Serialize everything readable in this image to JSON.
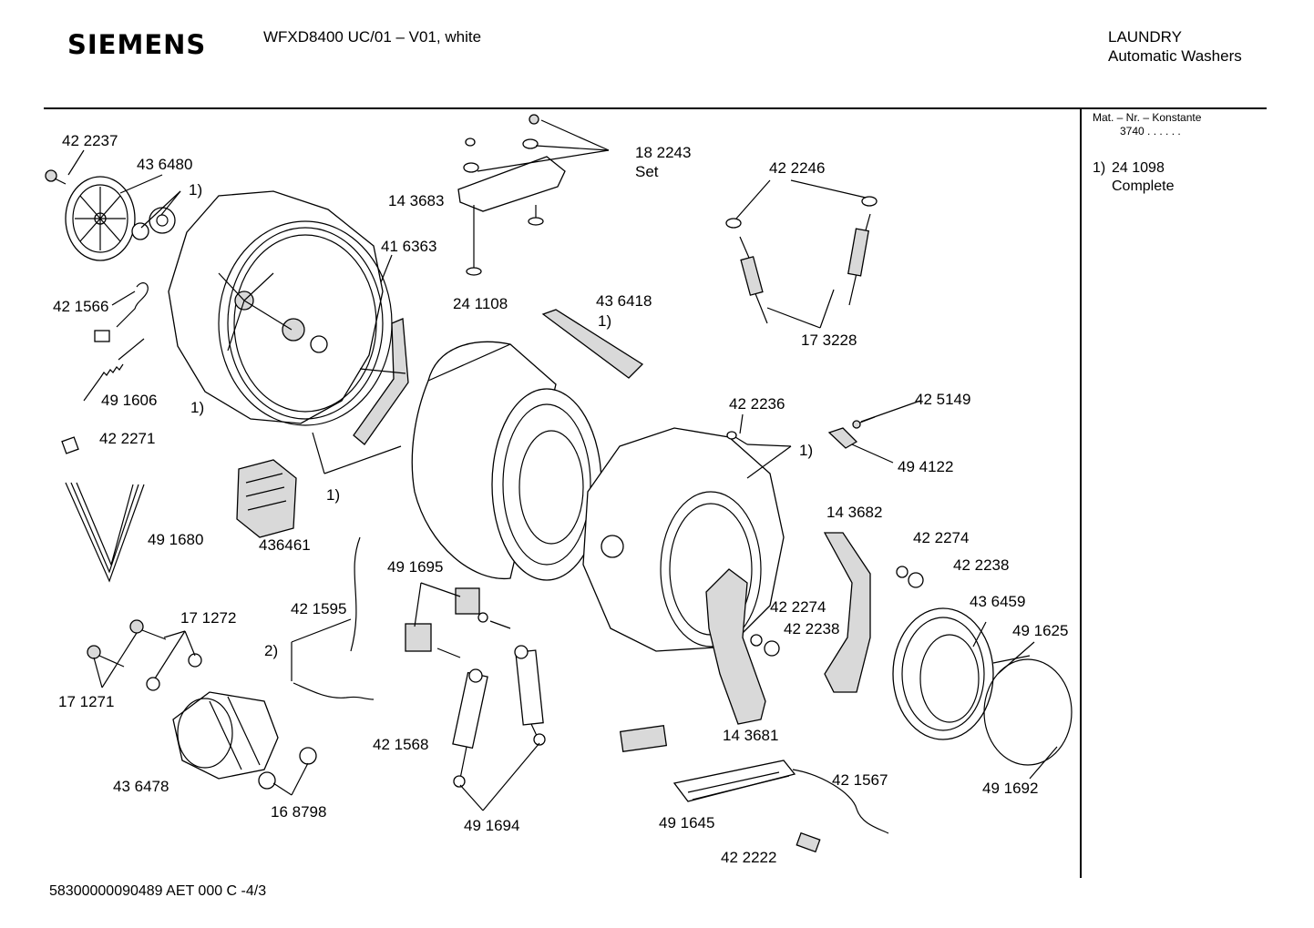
{
  "header": {
    "brand": "SIEMENS",
    "model": "WFXD8400 UC/01 – V01, white",
    "category": "LAUNDRY",
    "subcategory": "Automatic Washers"
  },
  "sidebar": {
    "constant_header": "Mat. – Nr. – Konstante",
    "constant_value": "3740  .  .  .  .  .  .",
    "note_number": "1)",
    "note_part": "24 1098",
    "note_text": "Complete"
  },
  "footer": {
    "doc_code": "58300000090489 AET 000 C -4/3"
  },
  "labels": [
    "42 2237",
    "43 6480",
    "1)",
    "42 1566",
    "49 1606",
    "1)",
    "42 2271",
    "49 1680",
    "17 1272",
    "17 1271",
    "436461",
    "1)",
    "43 6478",
    "16 8798",
    "42 1595",
    "2)",
    "42 1568",
    "49 1695",
    "49 1694",
    "18 2243",
    "Set",
    "14 3683",
    "41 6363",
    "24 1108",
    "43 6418",
    "1)",
    "42 2246",
    "17 3228",
    "42 2236",
    "1)",
    "42 5149",
    "49 4122",
    "14 3682",
    "42 2274",
    "42 2238",
    "43 6459",
    "49 1625",
    "42 2274",
    "42 2238",
    "14 3681",
    "42 1567",
    "49 1692",
    "49 1645",
    "42 2222"
  ],
  "icons": [
    "pulley-icon",
    "drum-icon",
    "tub-icon",
    "motor-icon",
    "spring-icon",
    "shock-absorber-icon",
    "heater-icon",
    "door-seal-icon"
  ]
}
